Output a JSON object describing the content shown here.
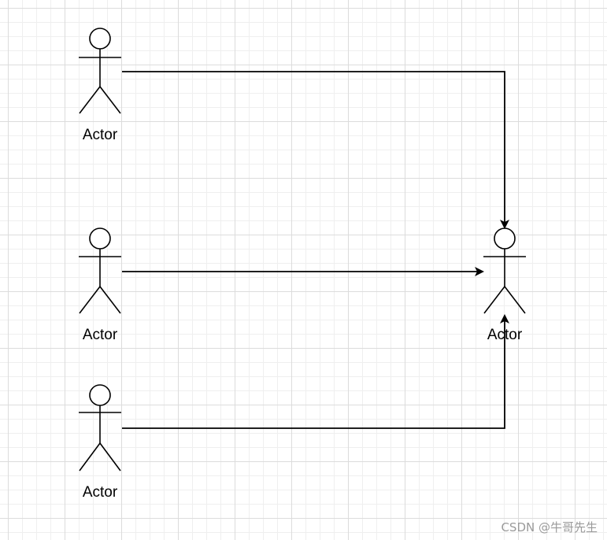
{
  "diagram": {
    "actors": [
      {
        "id": "actor-1",
        "label": "Actor"
      },
      {
        "id": "actor-2",
        "label": "Actor"
      },
      {
        "id": "actor-3",
        "label": "Actor"
      },
      {
        "id": "actor-target",
        "label": "Actor"
      }
    ],
    "edges": [
      {
        "from": "actor-1",
        "to": "actor-target"
      },
      {
        "from": "actor-2",
        "to": "actor-target"
      },
      {
        "from": "actor-3",
        "to": "actor-target"
      }
    ],
    "watermark": "CSDN @牛哥先生"
  },
  "colors": {
    "stroke": "#000000",
    "grid": "#dcdcdc",
    "background": "#ffffff"
  }
}
